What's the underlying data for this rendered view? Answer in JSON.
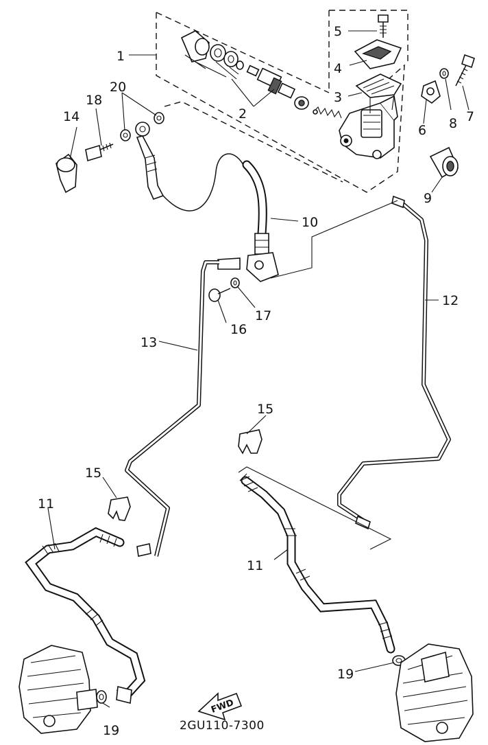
{
  "callouts": {
    "c1": "1",
    "c2": "2",
    "c3": "3",
    "c4": "4",
    "c5": "5",
    "c6": "6",
    "c7": "7",
    "c8": "8",
    "c9": "9",
    "c10": "10",
    "c11a": "11",
    "c11b": "11",
    "c12": "12",
    "c13": "13",
    "c14": "14",
    "c15a": "15",
    "c15b": "15",
    "c16": "16",
    "c17": "17",
    "c18": "18",
    "c19a": "19",
    "c19b": "19",
    "c20": "20"
  },
  "footer": {
    "code": "2GU110-7300"
  },
  "fwd_arrow": {
    "label": "FWD"
  }
}
